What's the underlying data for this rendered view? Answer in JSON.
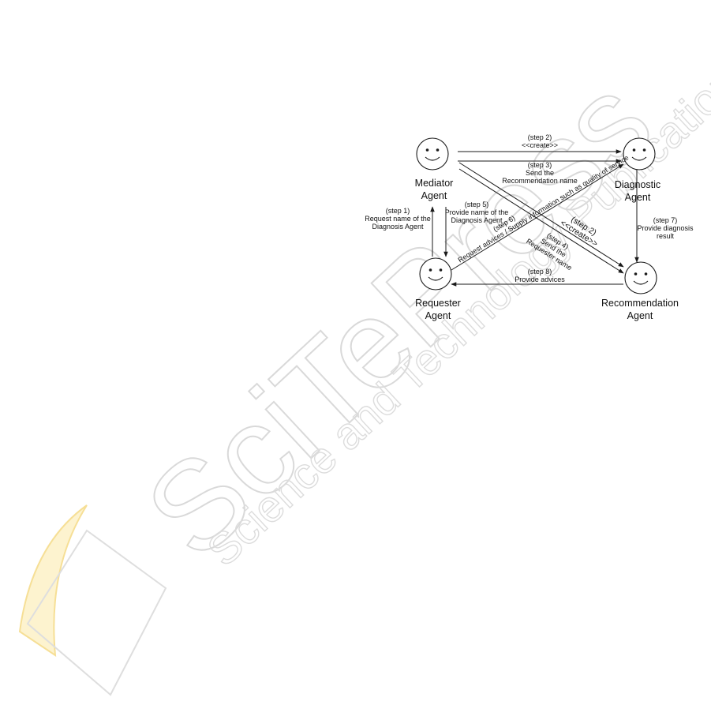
{
  "watermark": {
    "main": "SciTePress",
    "sub": "Science and Technology Publications"
  },
  "agents": {
    "mediator": [
      "Mediator",
      "Agent"
    ],
    "diagnostic": [
      "Diagnostic",
      "Agent"
    ],
    "requester": [
      "Requester",
      "Agent"
    ],
    "recommendation": [
      "Recommendation",
      "Agent"
    ]
  },
  "messages": {
    "step1": [
      "(step 1)",
      "Request name of the",
      "Diagnosis Agent"
    ],
    "step2a": [
      "(step 2)",
      "<<create>>"
    ],
    "step3": [
      "(step 3)",
      "Send the",
      "Recommendation name"
    ],
    "step5": [
      "(step 5)",
      "Provide name of the",
      "Diagnosis Agent"
    ],
    "step6": [
      "(step 6)",
      "Request advices / Supply information such as quality of service"
    ],
    "step2b": [
      "(step 2)",
      "<<create>>"
    ],
    "step4": [
      "(step 4)",
      "Send the",
      "Requester name"
    ],
    "step7": [
      "(step 7)",
      "Provide diagnosis",
      "result"
    ],
    "step8": [
      "(step 8)",
      "Provide advices"
    ]
  }
}
